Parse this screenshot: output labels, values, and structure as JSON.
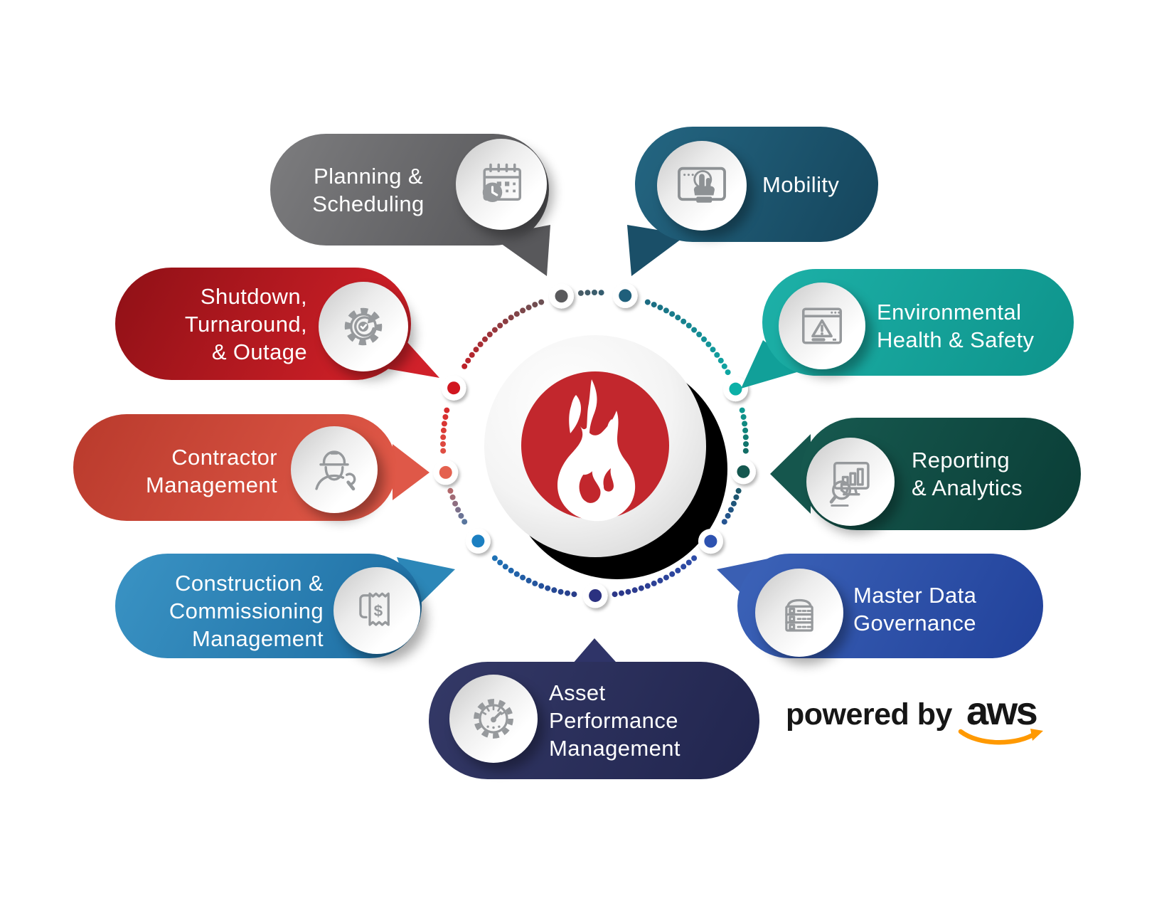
{
  "pills": [
    {
      "id": "planning-scheduling",
      "lines": [
        "Planning &",
        "Scheduling"
      ],
      "icon": "calendar-clock-icon",
      "color_from": "#7d7d7f",
      "color_to": "#535356",
      "tail_color": "#58585b",
      "node_color": "#5a5a5c"
    },
    {
      "id": "mobility",
      "lines": [
        "Mobility"
      ],
      "icon": "tablet-touch-icon",
      "color_from": "#246682",
      "color_to": "#15455c",
      "tail_color": "#1a4f68",
      "node_color": "#1f5f7b"
    },
    {
      "id": "shutdown-turnaround-outage",
      "lines": [
        "Shutdown,",
        "Turnaround,",
        "& Outage"
      ],
      "icon": "gear-refresh-icon",
      "color_from": "#8f1016",
      "color_to": "#d7222a",
      "tail_color": "#d0212a",
      "node_color": "#d1161f"
    },
    {
      "id": "environmental-health-safety",
      "lines": [
        "Environmental",
        "Health & Safety"
      ],
      "icon": "browser-warning-icon",
      "color_from": "#1db1a8",
      "color_to": "#0e938b",
      "tail_color": "#11a099",
      "node_color": "#0cb0a7"
    },
    {
      "id": "contractor-management",
      "lines": [
        "Contractor",
        "Management"
      ],
      "icon": "worker-wrench-icon",
      "color_from": "#b93a2c",
      "color_to": "#e25a49",
      "tail_color": "#df5848",
      "node_color": "#e4614f"
    },
    {
      "id": "reporting-analytics",
      "lines": [
        "Reporting",
        "& Analytics"
      ],
      "icon": "monitor-analytics-icon",
      "color_from": "#175a50",
      "color_to": "#0a3d36",
      "tail_color": "#15564d",
      "node_color": "#14574f"
    },
    {
      "id": "construction-commissioning-management",
      "lines": [
        "Construction &",
        "Commissioning",
        "Management"
      ],
      "icon": "invoice-dollar-icon",
      "color_from": "#3a93c4",
      "color_to": "#1d6da2",
      "tail_color": "#2c87b8",
      "node_color": "#1b7fc1"
    },
    {
      "id": "master-data-governance",
      "lines": [
        "Master Data",
        "Governance"
      ],
      "icon": "server-rack-icon",
      "color_from": "#3c63b8",
      "color_to": "#21419a",
      "tail_color": "#3a5fb3",
      "node_color": "#2d52b0"
    },
    {
      "id": "asset-performance-management",
      "lines": [
        "Asset",
        "Performance",
        "Management"
      ],
      "icon": "gauge-gear-icon",
      "color_from": "#343967",
      "color_to": "#21254e",
      "tail_color": "#2f3468",
      "node_color": "#2b3180"
    }
  ],
  "center": {
    "logo": "flame-icon",
    "red": "#c2272d",
    "shadow": "#000000",
    "disc": "#ffffff"
  },
  "footer": {
    "powered_by": "powered by",
    "brand": "aws",
    "swoosh_color": "#ff9900",
    "text_color": "#161616"
  }
}
